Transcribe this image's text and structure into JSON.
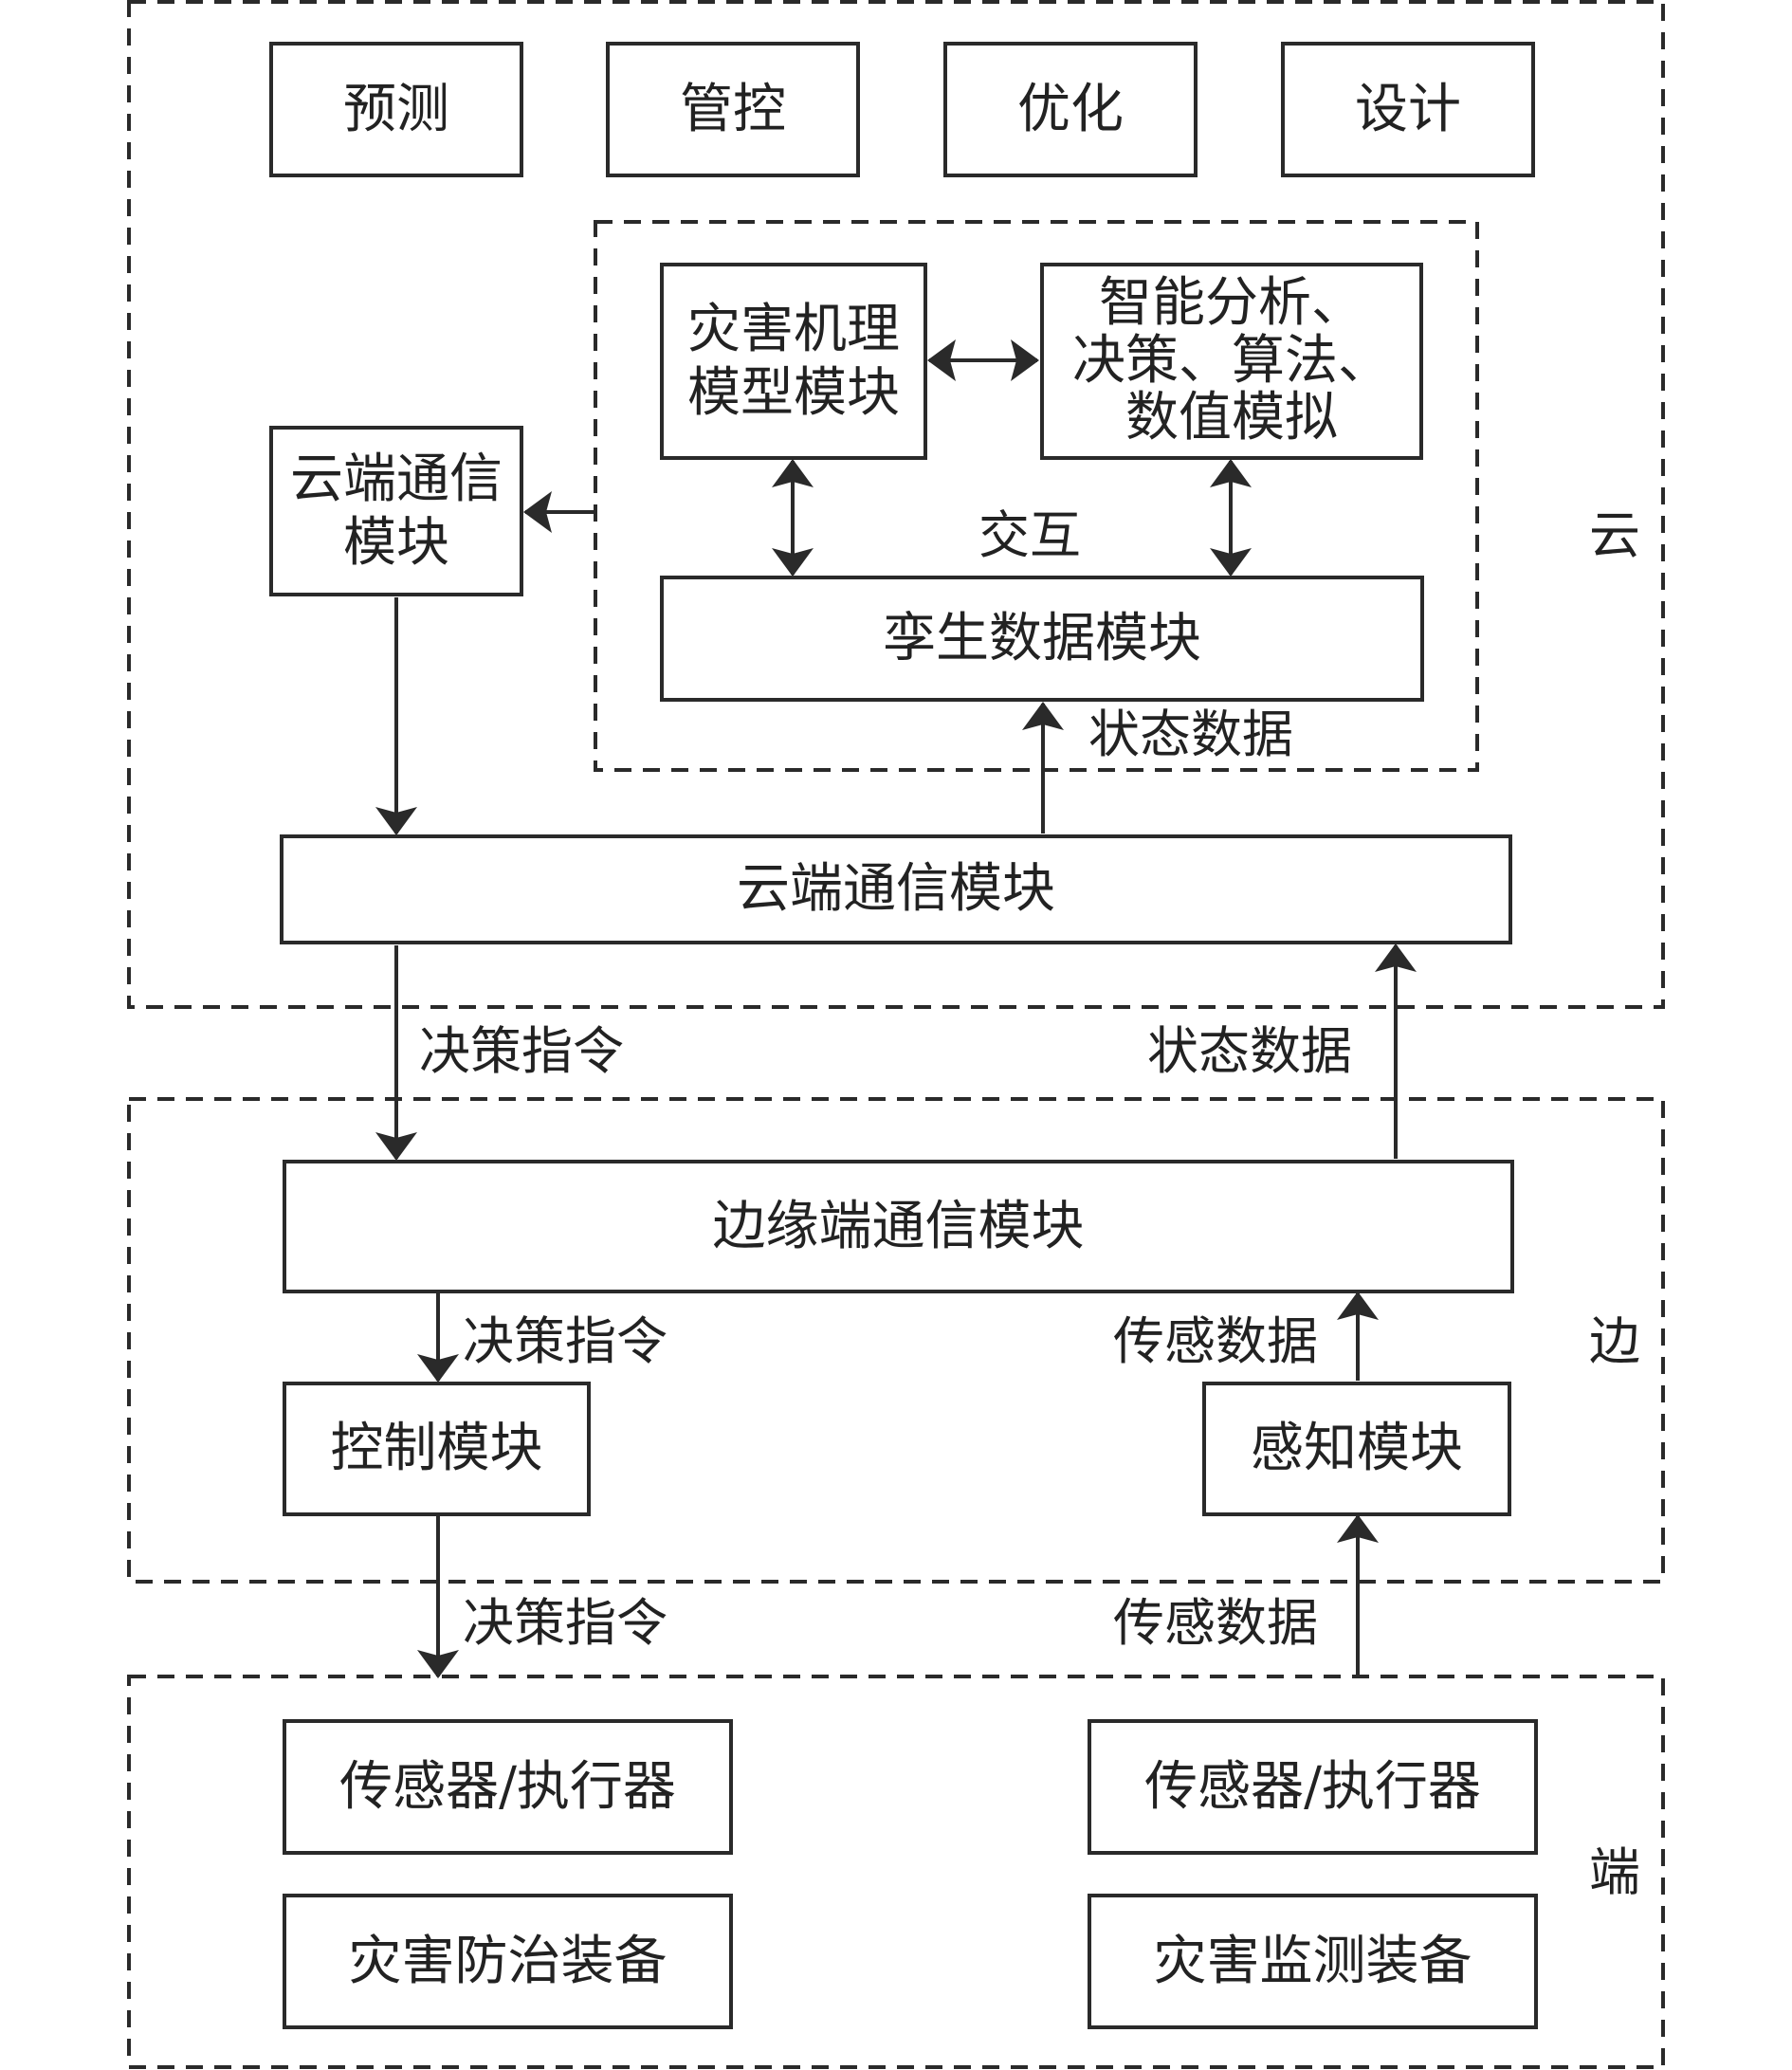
{
  "tiers": {
    "cloud": "云",
    "edge": "边",
    "end": "端"
  },
  "apps": {
    "forecast": "预测",
    "control": "管控",
    "optimize": "优化",
    "design": "设计"
  },
  "cloud": {
    "disaster_model": "灾害机理\n模型模块",
    "smart_analysis": "智能分析、\n决策、算法、\n数值模拟",
    "interaction": "交互",
    "twin_data": "孪生数据模块",
    "status_data": "状态数据",
    "comm_small": "云端通信\n模块",
    "comm_wide": "云端通信模块"
  },
  "links": {
    "decision_cmd_1": "决策指令",
    "status_data_1": "状态数据",
    "decision_cmd_2": "决策指令",
    "sensing_data_1": "传感数据",
    "decision_cmd_3": "决策指令",
    "sensing_data_2": "传感数据"
  },
  "edge": {
    "comm": "边缘端通信模块",
    "control": "控制模块",
    "sensing": "感知模块"
  },
  "end": {
    "sensor_actuator_left": "传感器/执行器",
    "prevention_equipment": "灾害防治装备",
    "sensor_actuator_right": "传感器/执行器",
    "monitoring_equipment": "灾害监测装备"
  },
  "colors": {
    "stroke": "#2a2a2a",
    "text": "#222222",
    "background": "#ffffff"
  }
}
